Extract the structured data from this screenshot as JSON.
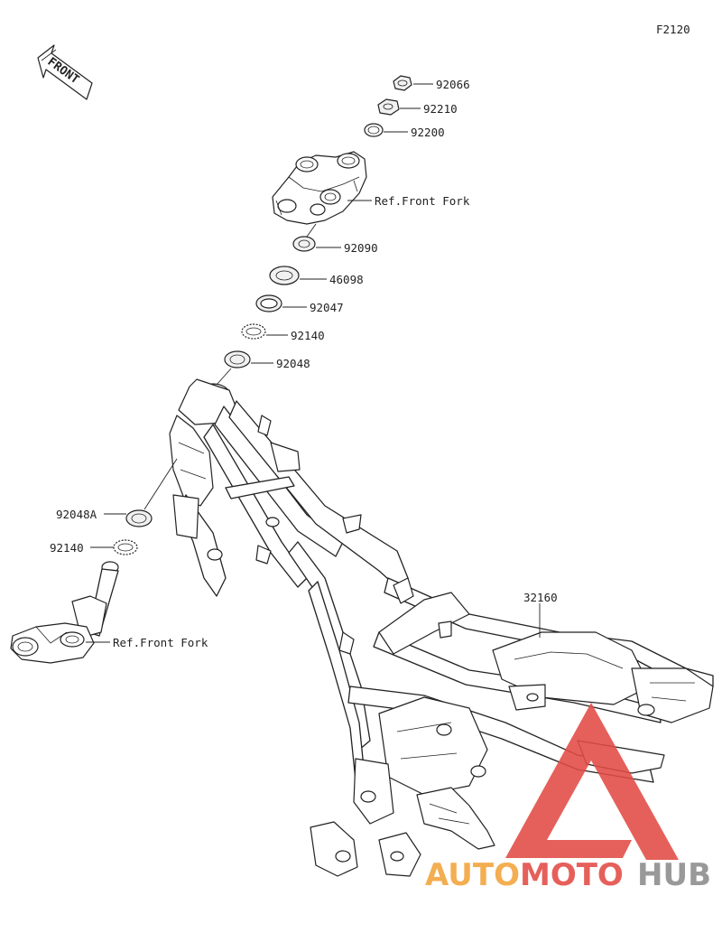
{
  "figure_code": "F2120",
  "direction_label": "FRONT",
  "parts": [
    {
      "id": "p-92066",
      "label": "92066"
    },
    {
      "id": "p-92210",
      "label": "92210"
    },
    {
      "id": "p-92200",
      "label": "92200"
    },
    {
      "id": "p-ref-upper",
      "label": "Ref.Front Fork"
    },
    {
      "id": "p-92090",
      "label": "92090"
    },
    {
      "id": "p-46098",
      "label": "46098"
    },
    {
      "id": "p-92047",
      "label": "92047"
    },
    {
      "id": "p-92140-upper",
      "label": "92140"
    },
    {
      "id": "p-92048",
      "label": "92048"
    },
    {
      "id": "p-92048A",
      "label": "92048A"
    },
    {
      "id": "p-92140-lower",
      "label": "92140"
    },
    {
      "id": "p-ref-lower",
      "label": "Ref.Front Fork"
    },
    {
      "id": "p-32160",
      "label": "32160"
    }
  ],
  "watermark": {
    "part1": "AUTO",
    "part2": "MOTO",
    "part3": "HUB",
    "color_red": "#e34b45",
    "color_orange": "#f2a33a",
    "color_gray": "#8b8b8b"
  }
}
